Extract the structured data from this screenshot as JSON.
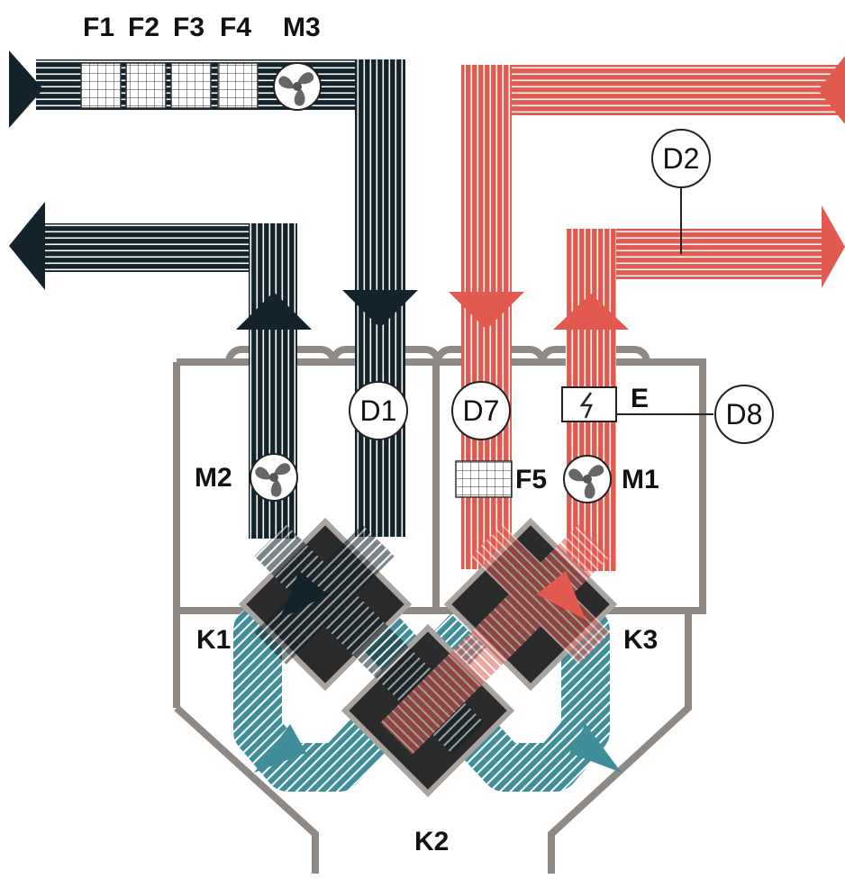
{
  "labels": {
    "f1": "F1",
    "f2": "F2",
    "f3": "F3",
    "f4": "F4",
    "m3": "M3",
    "m2": "M2",
    "m1": "M1",
    "d1": "D1",
    "d2": "D2",
    "d7": "D7",
    "d8": "D8",
    "e": "E",
    "f5": "F5",
    "k1": "K1",
    "k2": "K2",
    "k3": "K3"
  },
  "colors": {
    "dark_duct": "#12232c",
    "red_duct": "#e25a4f",
    "teal_duct": "#3f8e99",
    "housing": "#8f8986",
    "exchanger": "#2b2b2b"
  },
  "icons": {
    "fan": "fan-icon",
    "filter": "filter-grid-icon",
    "heater": "lightning-icon"
  }
}
